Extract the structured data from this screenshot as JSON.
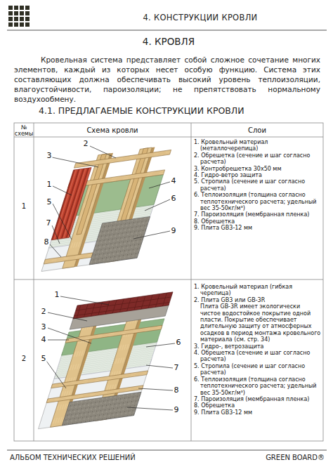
{
  "diagram": {
    "title": "4. КРОВЛЯ",
    "labels": [
      "4. КОНСТРУКЦИИ КРОВЛИ",
      "Кровельная система представляет собой сложное сочетание многих элементов, каждый из которых несет особую функцию. Система этих составляющих должна обеспечивать высокий уровень теплоизоляции, влагоустойчивости, пароизоляции; не препятствовать нормальному воздухообмену.",
      "4.1. ПРЕДЛАГАЕМЫЕ КОНСТРУКЦИИ КРОВЛИ",
      "№ схемы",
      "Схема кровли",
      "Слои",
      "1",
      "1. Кровельный материал (металлочерепица)",
      "2. Обрешетка (сечение и шаг согласно расчета)",
      "3. Контробрешетка 30х50 мм",
      "4. Гидро-ветро защита",
      "5. Стропила (сечение и шаг согласно расчета)",
      "6. Теплоизоляция (толщина согласно теплотехнического расчета; удельный вес 35-50кг/м³)",
      "7. Пароизоляция (мембранная пленка)",
      "8. Обрешетка",
      "9. Плита GB3-12 мм",
      "3",
      "2",
      "1",
      "5",
      "7",
      "8",
      "4",
      "6",
      "9",
      "2",
      "1. Кровельный материал (гибкая черепица)",
      "2. Плита GB3 или GB-3R",
      "Плита GB-3R имеет экологически чистое водостойкое покрытие одной пласти. Покрытие обеспечивает длительную защиту от атмосферных осадков в период монтажа кровельного материала (см. стр. 34)",
      "3. Гидро-, ветрозащита",
      "4. Обрешетка (сечение и шаг согласно расчета)",
      "5. Стропила (сечение и шаг согласно расчета)",
      "6. Теплоизоляция (толщина согласно теплотехнического расчета; удельный вес 35-50кг/м³)",
      "7. Пароизоляция (мембранная пленка)",
      "8. Обрешетка",
      "9. Плита GB3-12 мм",
      "1",
      "2",
      "3",
      "4",
      "5",
      "6",
      "7",
      "8",
      "9",
      "АЛЬБОМ ТЕХНИЧЕСКИХ РЕШЕНИЙ",
      "GREEN BOARD®"
    ]
  }
}
